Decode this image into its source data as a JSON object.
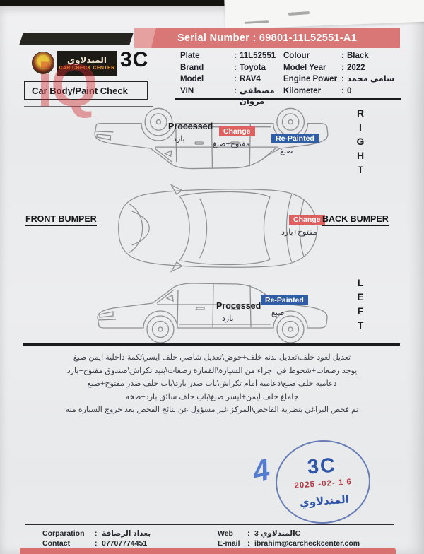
{
  "header": {
    "serial_label": "Serial Number :",
    "serial_value": "69801-11L52551-A1",
    "serial_full": "Serial Number :  69801-11L52551-A1",
    "brand_arabic": "المندلاوي",
    "brand_english": "CAR CHECK CENTER",
    "brand_code": "3C",
    "section_title": "Car Body/Paint Check",
    "watermark": "iQ"
  },
  "vehicle": {
    "left": [
      {
        "label": "Plate",
        "value": "11L52551"
      },
      {
        "label": "Brand",
        "value": "Toyota"
      },
      {
        "label": "Model",
        "value": "RAV4"
      },
      {
        "label": "VIN",
        "value": "مصطفى مروان"
      }
    ],
    "right": [
      {
        "label": "Colour",
        "value": "Black"
      },
      {
        "label": "Model Year",
        "value": "2022"
      },
      {
        "label": "Engine Power",
        "value": "سامي محمد"
      },
      {
        "label": "Kilometer",
        "value": "0"
      }
    ]
  },
  "diagram": {
    "right_label": "RIGHT",
    "left_label": "LEFT",
    "front_bumper": "FRONT BUMPER",
    "back_bumper": "BACK BUMPER",
    "top_car": {
      "processed": "Processed",
      "processed_note": "بارد",
      "change": "Change",
      "change_note": "مفتوح+صبغ",
      "repainted": "Re-Painted",
      "repainted_note": "صبغ"
    },
    "middle_car": {
      "change": "Change",
      "change_note": "مفتوح+بارد"
    },
    "bottom_car": {
      "repainted": "Re-Painted",
      "repainted_note": "صبغ",
      "processed": "Processed",
      "processed_note": "بارد"
    }
  },
  "notes": {
    "lines": [
      "تعديل لغود خلف\\تعديل بدنه خلف+حوض\\تعديل شاصي خلف ايسر\\تكمة داخلية ايمن صبغ",
      "يوجد رصعات+شخوط في اجزاء من السيارة\\القمارة رصعات\\بنيد تكراش\\صندوق مفتوح+بارد",
      "دعامية خلف صبغ\\دعامية امام تكراش\\باب صدر بارد\\باب خلف صدر مفتوح+صبغ",
      "جاملغ خلف ايمن+ايسر صبغ\\باب خلف سائق بارد+طخه",
      "تم فحص البراغي بنظرية الفاحص\\المركز غير مسؤول عن نتائج الفحص بعد خروج السيارة منه"
    ]
  },
  "stamp": {
    "code": "3C",
    "date": "2025 -02- 1 6",
    "name": "المندلاوي",
    "mark": "4"
  },
  "footer": {
    "corporation_label": "Corparation",
    "corporation_value": "بغداد الرصافة",
    "contact_label": "Contact",
    "contact_value": "07707774451",
    "web_label": "Web",
    "web_value": "المندلاوي 3C",
    "email_label": "E-mail",
    "email_value": "ibrahim@carcheckcenter.com"
  },
  "colors": {
    "banner_red": "#d97676",
    "chip_change": "#dd6161",
    "chip_repainted": "#2f5da6",
    "stamp_blue": "#2f55a8",
    "stamp_date_red": "#b63842",
    "footer_bar_red": "#d97070",
    "logo_gold": "#d8a32a"
  }
}
